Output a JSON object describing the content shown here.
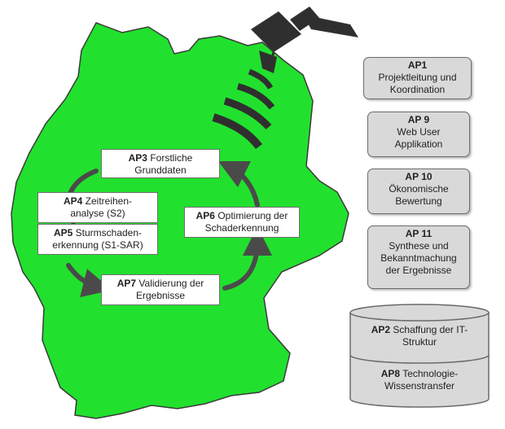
{
  "colors": {
    "map_green": "#21e12e",
    "map_outline": "#3a3a3a",
    "box_gray": "#d9d9d9",
    "arrow_dark": "#4a4a4a",
    "satellite": "#2f2f2f"
  },
  "map_boxes": {
    "ap3": {
      "code": "AP3",
      "text": "Forstliche",
      "line2": "Grunddaten"
    },
    "ap4": {
      "code": "AP4",
      "text": "Zeitreihen-",
      "line2": "analyse (S2)"
    },
    "ap5": {
      "code": "AP5",
      "text": "Sturmschaden-",
      "line2": "erkennung (S1-SAR)"
    },
    "ap6": {
      "code": "AP6",
      "text": "Optimierung der",
      "line2": "Schaderkennung"
    },
    "ap7": {
      "code": "AP7",
      "text": "Validierung der",
      "line2": "Ergebnisse"
    }
  },
  "side_boxes": [
    {
      "code": "AP1",
      "lines": [
        "Projektleitung und",
        "Koordination"
      ]
    },
    {
      "code": "AP 9",
      "lines": [
        "Web User",
        "Applikation"
      ]
    },
    {
      "code": "AP 10",
      "lines": [
        "Ökonomische",
        "Bewertung"
      ]
    },
    {
      "code": "AP 11",
      "lines": [
        "Synthese und",
        "Bekanntmachung",
        "der Ergebnisse"
      ]
    }
  ],
  "cylinder": {
    "top": {
      "code": "AP2",
      "text": "Schaffung der IT-",
      "line2": "Struktur"
    },
    "bottom": {
      "code": "AP8",
      "text": "Technologie-",
      "line2": "Wissenstransfer"
    }
  }
}
